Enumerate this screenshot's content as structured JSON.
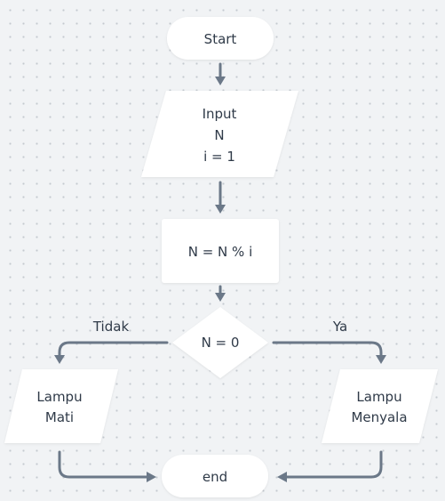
{
  "diagram": {
    "nodes": {
      "start": {
        "lines": [
          "Start"
        ]
      },
      "input": {
        "lines": [
          "Input",
          "N",
          "i = 1"
        ]
      },
      "process": {
        "lines": [
          "N = N % i"
        ]
      },
      "decision": {
        "lines": [
          "N = 0"
        ]
      },
      "lampu_mati": {
        "lines": [
          "Lampu",
          "Mati"
        ]
      },
      "lampu_menyala": {
        "lines": [
          "Lampu",
          "Menyala"
        ]
      },
      "end": {
        "lines": [
          "end"
        ]
      }
    },
    "edges": {
      "no_label": "Tidak",
      "yes_label": "Ya"
    }
  },
  "colors": {
    "shape_fill": "#ffffff",
    "connector": "#6b7888",
    "text": "#2f3a48"
  }
}
